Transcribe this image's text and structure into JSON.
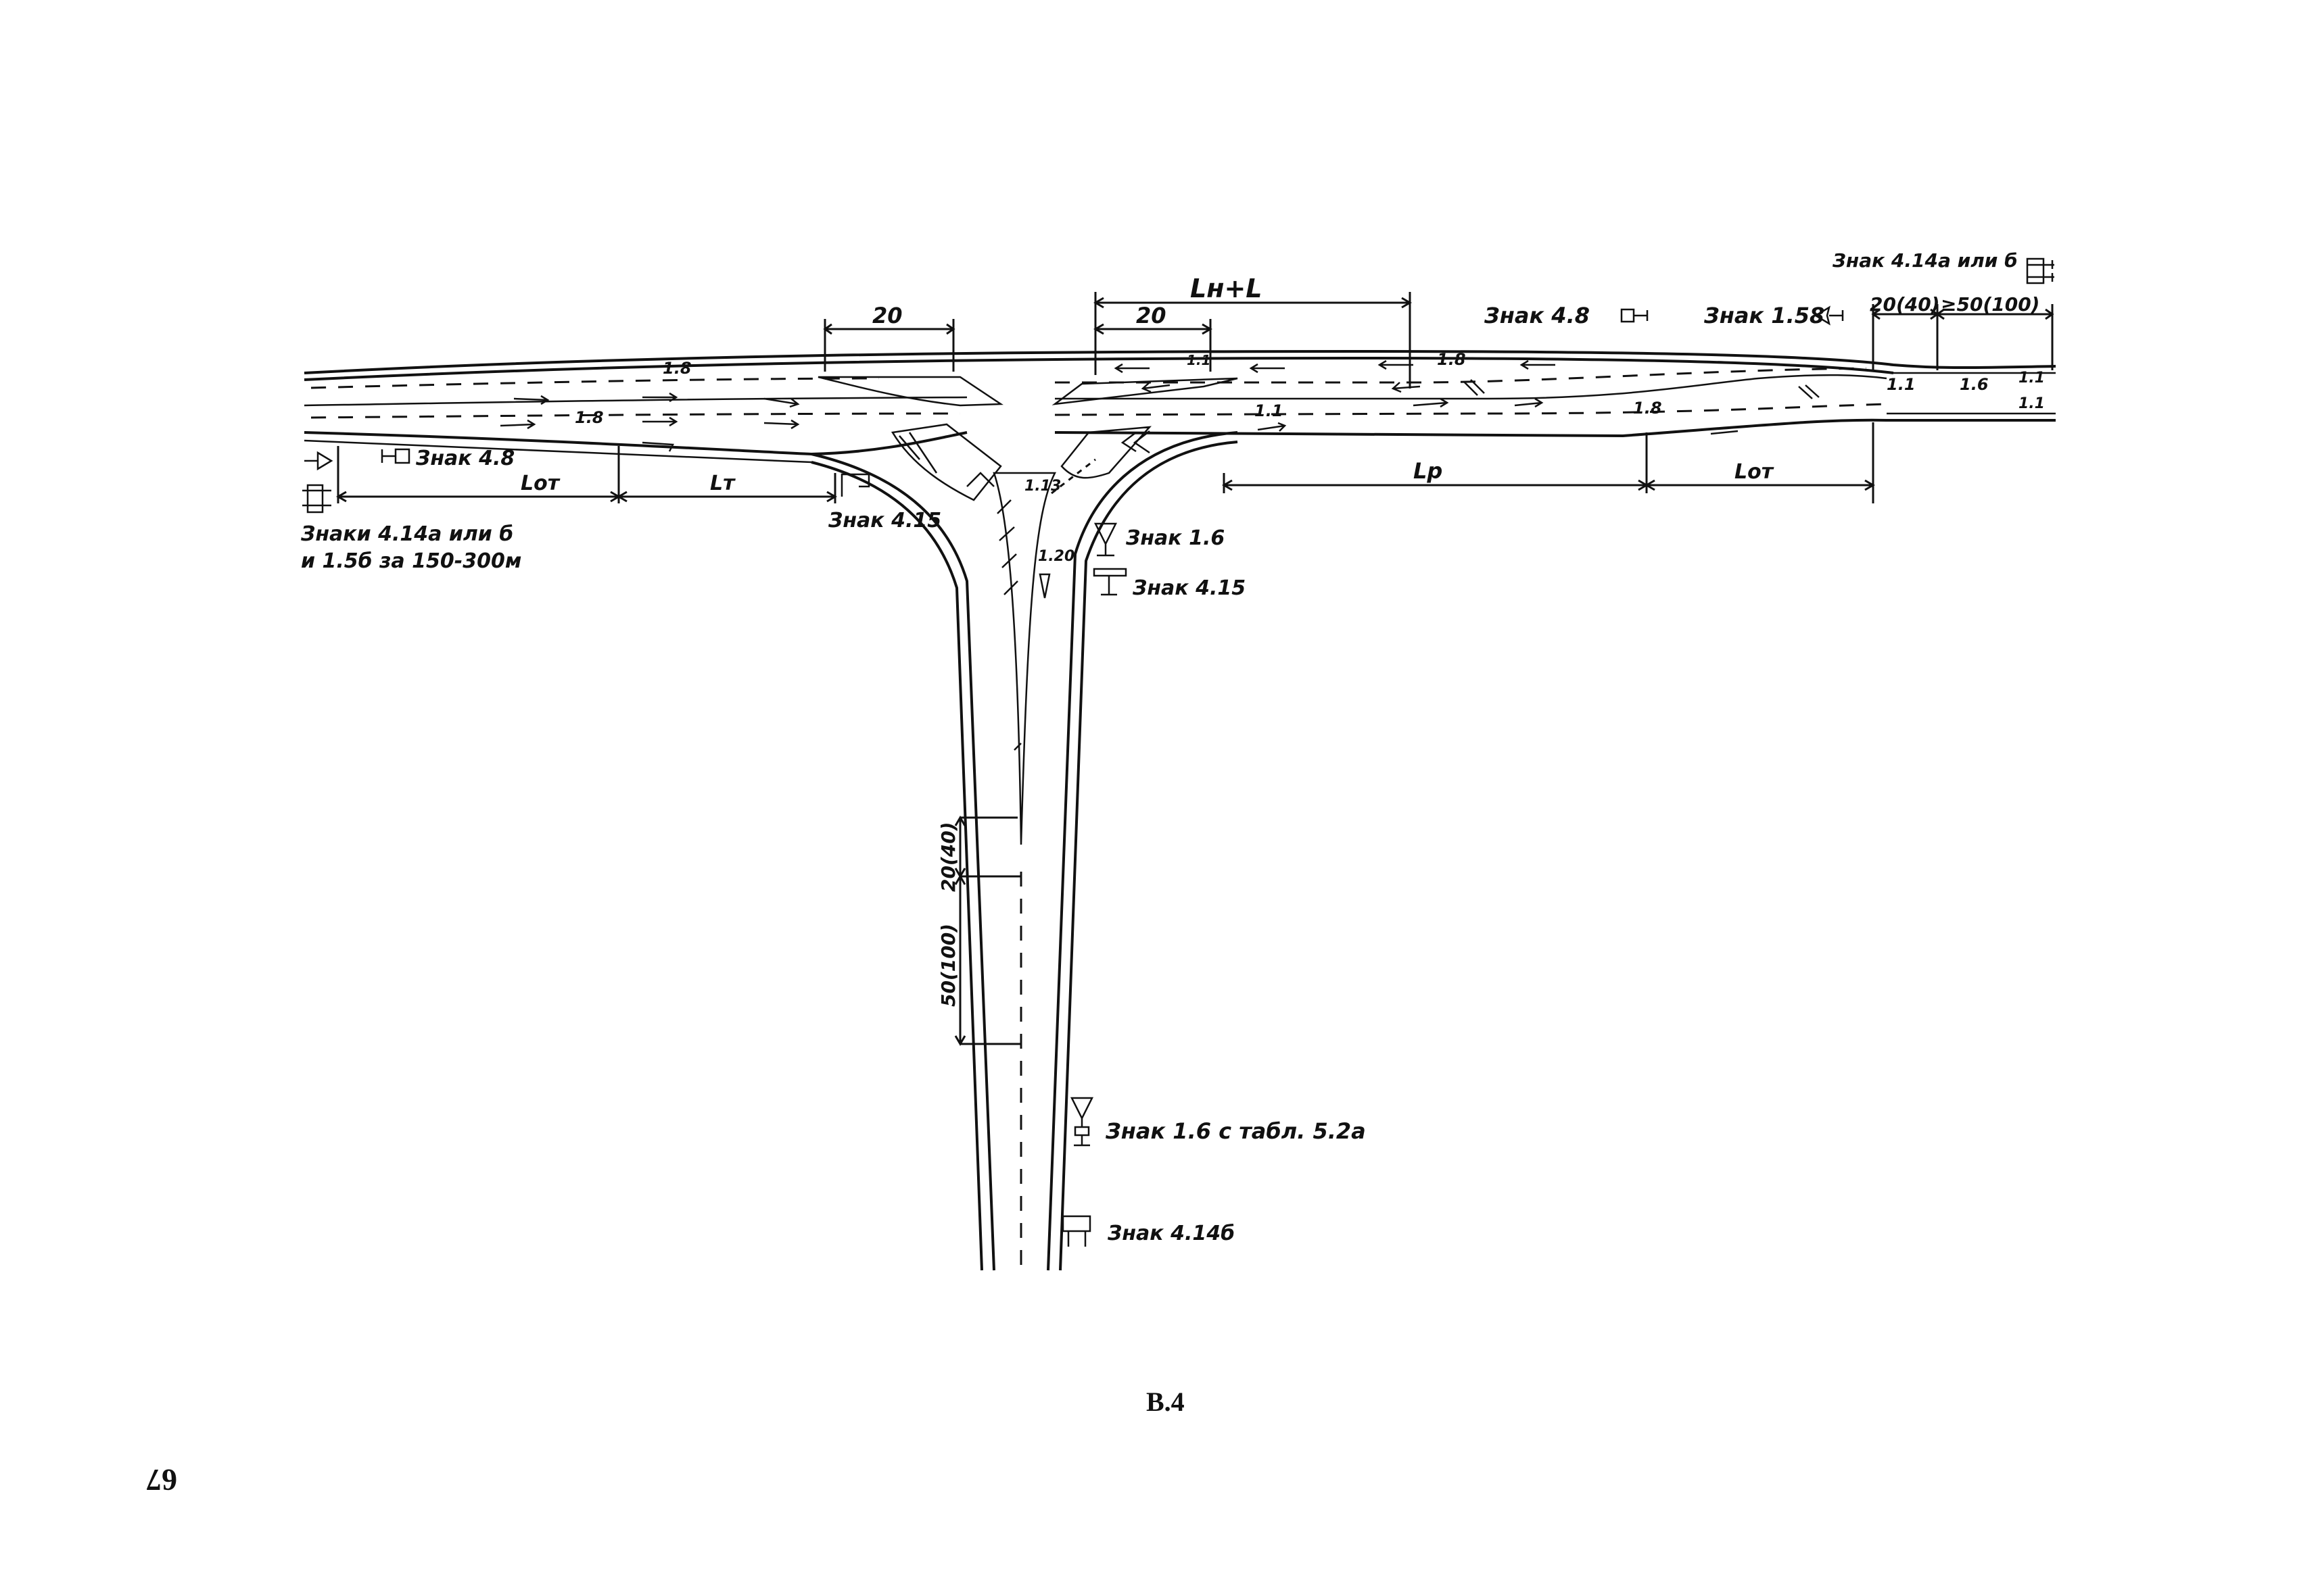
{
  "figure_caption": "В.4",
  "page_number": "67",
  "dimensions": {
    "d20_left": "20",
    "ln_plus_l": "Lн+L",
    "d20_mid": "20",
    "d20_40_top": "20(40)",
    "d50_100_top": "≥50(100)",
    "l_ot_left": "Lот",
    "l_t": "Lт",
    "l_p": "Lр",
    "l_ot_right": "Lот",
    "d20_40_vertical": "20(40)",
    "d50_100_vertical": "50(100)"
  },
  "markings": {
    "m18_a": "1.8",
    "m18_b": "1.8",
    "m11_a": "1.1",
    "m18_c": "1.8",
    "m11_b": "1.1",
    "m18_d": "1.8",
    "m11_c": "1.1",
    "m16": "1.6",
    "m11_d": "1.1",
    "m11_e": "1.1",
    "m113": "1.13",
    "m120": "1.20"
  },
  "signs": {
    "sign_414_top": "Знак 4.14а или б",
    "sign_48_top": "Знак 4.8",
    "sign_158": "Знак 1.58",
    "sign_48_left": "Знак 4.8",
    "signs_414_left_line1": "Знаки 4.14а или б",
    "signs_414_left_line2": "и 1.5б за 150-300м",
    "sign_415_left": "Знак 4.15",
    "sign_16": "Знак 1.6",
    "sign_415_right": "Знак 4.15",
    "sign_16_tabl": "Знак 1.6 с табл. 5.2а",
    "sign_414b": "Знак 4.14б"
  }
}
